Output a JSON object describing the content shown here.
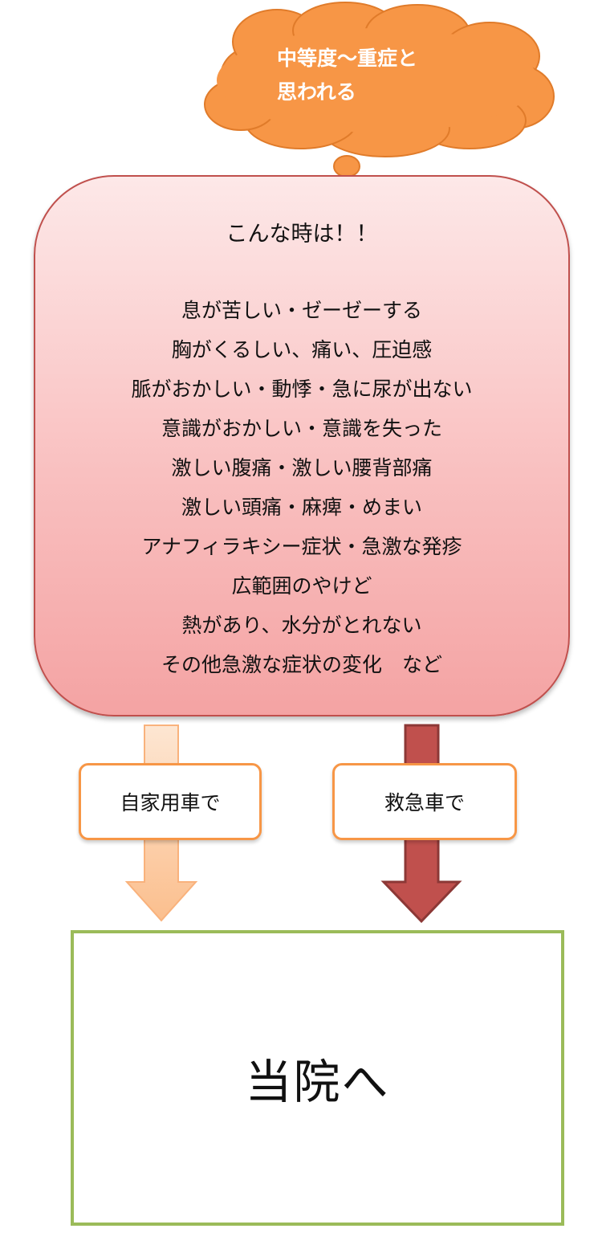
{
  "thought_cloud": {
    "lines": [
      "中等度～重症と",
      "思われる"
    ]
  },
  "main_box": {
    "heading": "こんな時は！！",
    "symptoms": [
      "息が苦しい・ゼーゼーする",
      "胸がくるしい、痛い、圧迫感",
      "脈がおかしい・動悸・急に尿が出ない",
      "意識がおかしい・意識を失った",
      "激しい腹痛・激しい腰背部痛",
      "激しい頭痛・麻痺・めまい",
      "アナフィラキシー症状・急激な発疹",
      "広範囲のやけど",
      "熱があり、水分がとれない",
      "その他急激な症状の変化　など"
    ]
  },
  "transport": {
    "car_label": "自家用車で",
    "ambulance_label": "救急車で"
  },
  "destination": {
    "label": "当院へ"
  },
  "colors": {
    "cloud_fill": "#f79646",
    "box_border": "#c0504d",
    "car_arrow": "#fcc49c",
    "ambulance_arrow": "#c0504d",
    "transport_border": "#f79646",
    "destination_border": "#9bbb59"
  }
}
